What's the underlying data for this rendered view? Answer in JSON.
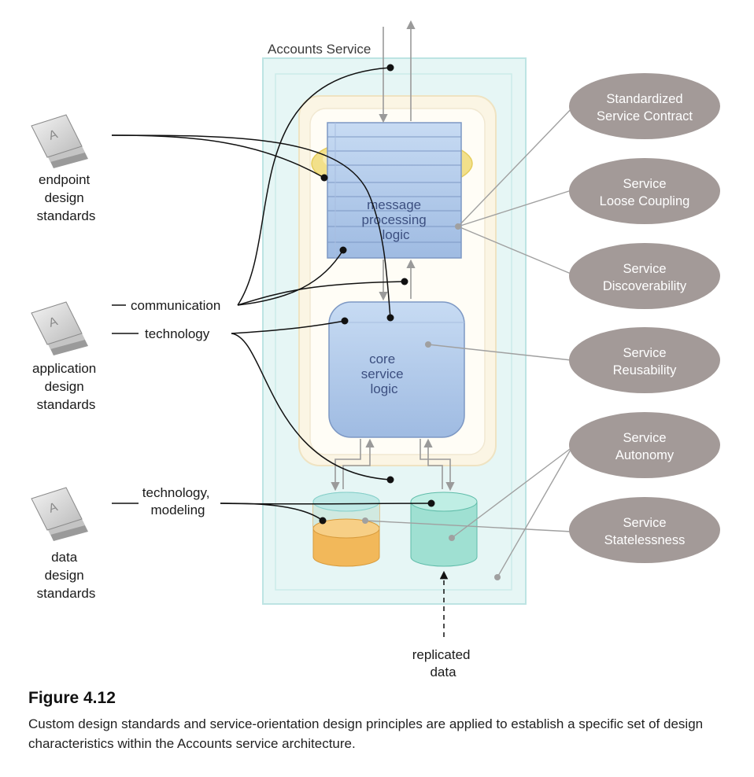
{
  "service_title": "Accounts Service",
  "standards": [
    {
      "lines": [
        "endpoint",
        "design",
        "standards"
      ]
    },
    {
      "lines": [
        "application",
        "design",
        "standards"
      ]
    },
    {
      "lines": [
        "data",
        "design",
        "standards"
      ]
    }
  ],
  "connector_labels": {
    "communication": "communication",
    "technology": "technology",
    "technology_modeling": [
      "technology,",
      "modeling"
    ]
  },
  "components": {
    "message_logic": [
      "message",
      "processing",
      "logic"
    ],
    "core_logic": [
      "core",
      "service",
      "logic"
    ]
  },
  "principles": [
    {
      "lines": [
        "Standardized",
        "Service Contract"
      ]
    },
    {
      "lines": [
        "Service",
        "Loose Coupling"
      ]
    },
    {
      "lines": [
        "Service",
        "Discoverability"
      ]
    },
    {
      "lines": [
        "Service",
        "Reusability"
      ]
    },
    {
      "lines": [
        "Service",
        "Autonomy"
      ]
    },
    {
      "lines": [
        "Service",
        "Statelessness"
      ]
    }
  ],
  "replicated_data": [
    "replicated",
    "data"
  ],
  "colors": {
    "principle_fill": "#a39a98",
    "component_blue": "#b6cdeb",
    "service_frame": "#d9f0f0",
    "db_orange": "#f2b85a",
    "db_teal": "#9fe0d2",
    "contract_ring": "#f2e08a"
  },
  "figure": {
    "title": "Figure 4.12",
    "caption": "Custom design standards and service-orientation design principles are applied to establish a specific set of design characteristics within the Accounts service architecture."
  }
}
